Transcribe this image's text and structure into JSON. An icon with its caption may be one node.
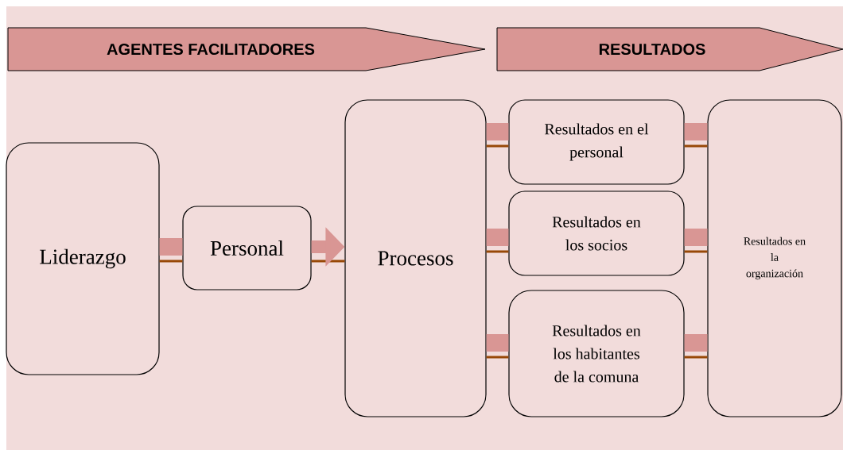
{
  "diagram": {
    "nodes": [
      {
        "text": [
          "AGENTES FACILITADORES"
        ]
      },
      {
        "text": [
          "RESULTADOS"
        ]
      },
      {
        "text": [
          "Liderazgo"
        ]
      },
      {
        "text": [
          "Personal"
        ]
      },
      {
        "text": [
          "Procesos"
        ]
      },
      {
        "text": [
          "Resultados en el personal"
        ]
      },
      {
        "text": [
          "Resultados en los socios"
        ]
      },
      {
        "text": [
          "Resultados en los habitantes de la comuna"
        ]
      },
      {
        "text": [
          "Resultados en la organización"
        ]
      }
    ],
    "edges": [
      {
        "from": 2,
        "to": 3,
        "arrow": "none"
      },
      {
        "from": 3,
        "to": 4,
        "arrow": "to"
      },
      {
        "from": 4,
        "to": 5,
        "arrow": "none"
      },
      {
        "from": 4,
        "to": 6,
        "arrow": "none"
      },
      {
        "from": 4,
        "to": 7,
        "arrow": "none"
      },
      {
        "from": 5,
        "to": 8,
        "arrow": "none"
      },
      {
        "from": 6,
        "to": 8,
        "arrow": "none"
      },
      {
        "from": 7,
        "to": 8,
        "arrow": "none"
      }
    ]
  }
}
